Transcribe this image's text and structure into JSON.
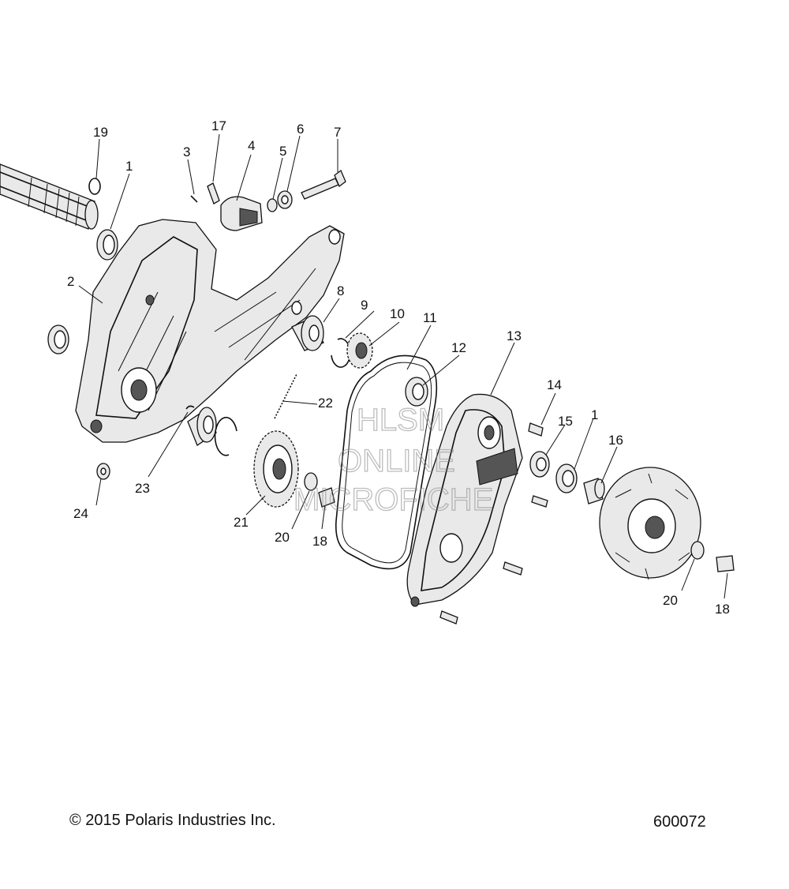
{
  "callouts": [
    "19",
    "1",
    "3",
    "17",
    "4",
    "5",
    "6",
    "7",
    "2",
    "8",
    "9",
    "10",
    "11",
    "12",
    "13",
    "22",
    "14",
    "15",
    "1",
    "16",
    "23",
    "24",
    "21",
    "20",
    "18",
    "20",
    "18"
  ],
  "watermark": [
    "HLSM",
    "ONLINE",
    "MICROFICHE"
  ],
  "footer": {
    "copyright": "© 2015 Polaris Industries Inc.",
    "part_number": "600072"
  }
}
